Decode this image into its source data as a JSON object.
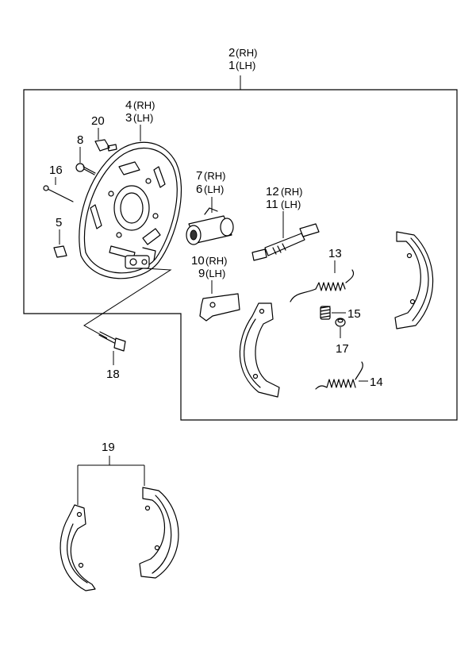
{
  "labels": {
    "assembly_rh": {
      "num": "2",
      "side": "(RH)"
    },
    "assembly_lh": {
      "num": "1",
      "side": "(LH)"
    },
    "backing_plate_rh": {
      "num": "4",
      "side": "(RH)"
    },
    "backing_plate_lh": {
      "num": "3",
      "side": "(LH)"
    },
    "wheel_cylinder_rh": {
      "num": "7",
      "side": "(RH)"
    },
    "wheel_cylinder_lh": {
      "num": "6",
      "side": "(LH)"
    },
    "adjuster_rh": {
      "num": "12",
      "side": "(RH)"
    },
    "adjuster_lh": {
      "num": "11",
      "side": "(LH)"
    },
    "lever_rh": {
      "num": "10",
      "side": "(RH)"
    },
    "lever_lh": {
      "num": "9",
      "side": "(LH)"
    },
    "bleeder": "20",
    "bolt_8": "8",
    "pin_16": "16",
    "clip_5": "5",
    "spring_13": "13",
    "spring_15": "15",
    "cup_17": "17",
    "bolt_18": "18",
    "spring_14": "14",
    "shoe_kit": "19"
  }
}
